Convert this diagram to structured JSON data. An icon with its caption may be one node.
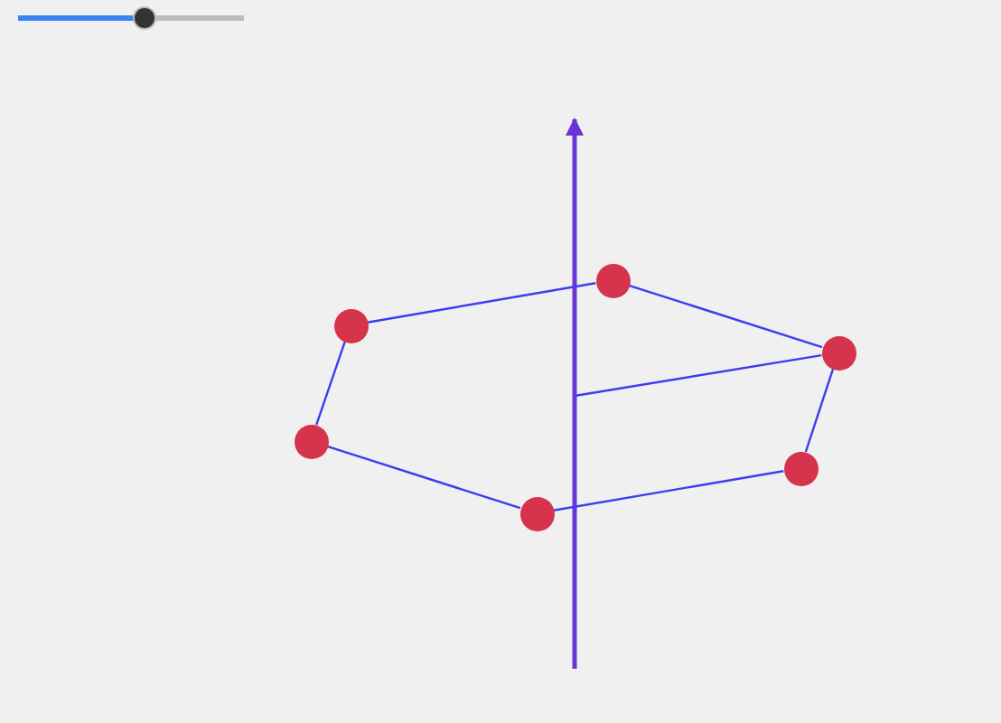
{
  "diagram": {
    "nodes": [
      {
        "text": [],
        "shape": "circle"
      },
      {
        "text": [],
        "shape": "circle"
      },
      {
        "text": [],
        "shape": "circle"
      },
      {
        "text": [],
        "shape": "circle"
      },
      {
        "text": [],
        "shape": "circle"
      },
      {
        "text": [],
        "shape": "circle"
      }
    ],
    "edges": [
      {
        "from": 1,
        "to": 3,
        "arrow": "none"
      },
      {
        "from": 3,
        "to": 5,
        "arrow": "none"
      },
      {
        "from": 5,
        "to": 4,
        "arrow": "none"
      },
      {
        "from": 4,
        "to": 2,
        "arrow": "none"
      },
      {
        "from": 2,
        "to": 0,
        "arrow": "none"
      },
      {
        "from": 0,
        "to": 1,
        "arrow": "none"
      },
      {
        "from": null,
        "to": 5,
        "arrow": "none"
      }
    ]
  }
}
